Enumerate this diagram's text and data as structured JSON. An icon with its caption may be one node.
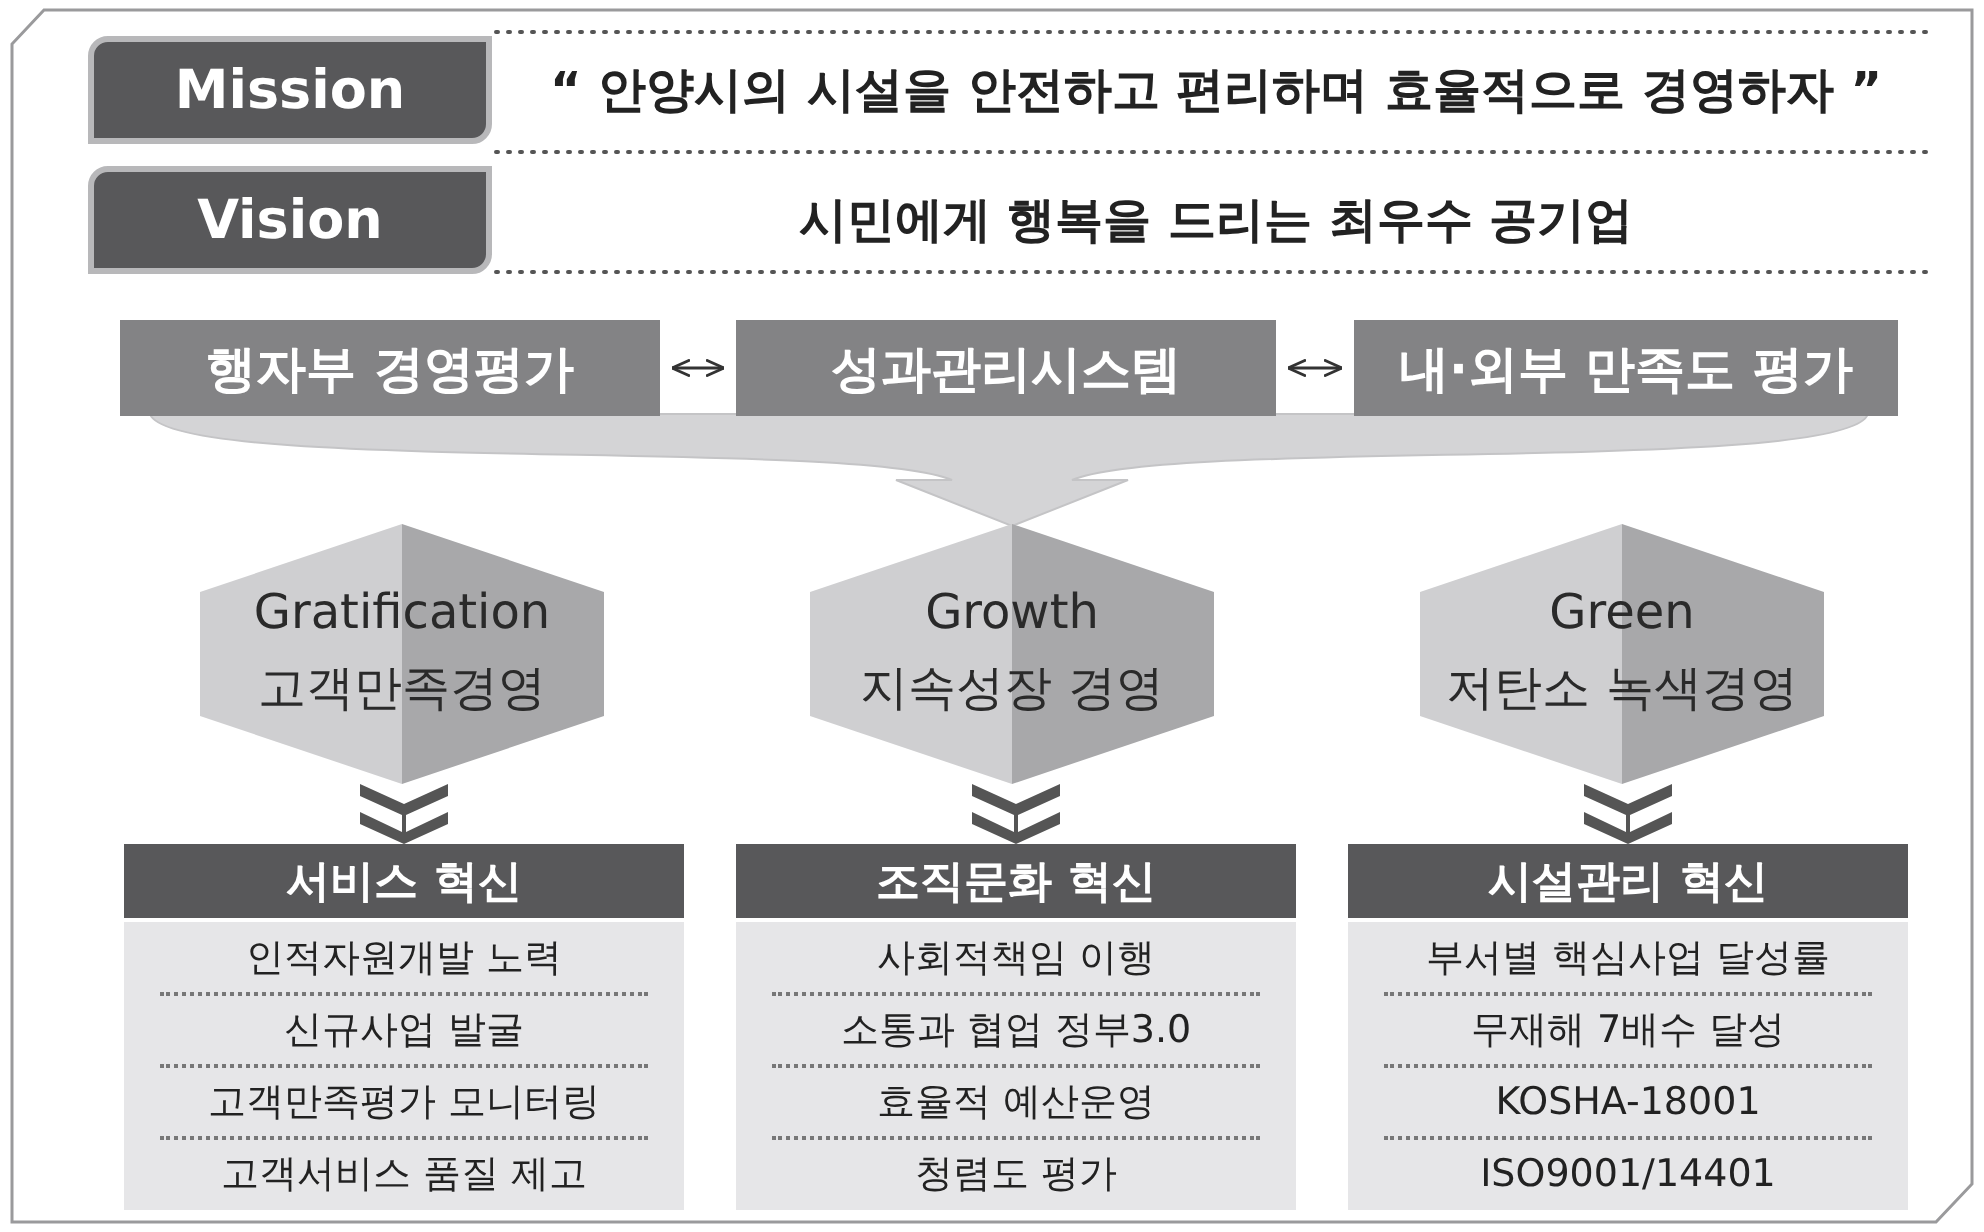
{
  "diagram": {
    "nodes": [
      {
        "text": [
          "Mission"
        ]
      },
      {
        "text": [
          "Vision"
        ]
      },
      {
        "text": [
          "행자부 경영평가"
        ]
      },
      {
        "text": [
          "성과관리시스템"
        ]
      },
      {
        "text": [
          "내·외부 만족도 평가"
        ]
      },
      {
        "text": [
          "Gratification",
          "고객만족경영"
        ]
      },
      {
        "text": [
          "Growth",
          "지속성장 경영"
        ]
      },
      {
        "text": [
          "Green",
          "저탄소 녹색경영"
        ]
      },
      {
        "text": [
          "서비스 혁신",
          "인적자원개발 노력",
          "신규사업 발굴",
          "고객만족평가 모니터링",
          "고객서비스 품질 제고"
        ]
      },
      {
        "text": [
          "조직문화 혁신",
          "사회적책임 이행",
          "소통과 협업 정부3.0",
          "효율적 예산운영",
          "청렴도 평가"
        ]
      },
      {
        "text": [
          "시설관리 혁신",
          "부서별 핵심사업 달성률",
          "무재해 7배수 달성",
          "KOSHA-18001",
          "ISO9001/14401"
        ]
      }
    ],
    "edges": [
      {
        "from": 2,
        "to": 3,
        "arrow": "both",
        "color": "#333333"
      },
      {
        "from": 3,
        "to": 4,
        "arrow": "both",
        "color": "#333333"
      },
      {
        "from": 2,
        "to": 6,
        "arrow": "to",
        "color": "#d4d4d6"
      },
      {
        "from": 3,
        "to": 6,
        "arrow": "to",
        "color": "#d4d4d6"
      },
      {
        "from": 4,
        "to": 6,
        "arrow": "to",
        "color": "#d4d4d6"
      },
      {
        "from": 5,
        "to": 8,
        "arrow": "to",
        "style": "thick",
        "color": "#555555"
      },
      {
        "from": 6,
        "to": 9,
        "arrow": "to",
        "style": "thick",
        "color": "#555555"
      },
      {
        "from": 7,
        "to": 10,
        "arrow": "to",
        "style": "thick",
        "color": "#555555"
      }
    ],
    "labels": [
      "“ 안양시의 시설을 안전하고 편리하며 효율적으로 경영하자 ”",
      "시민에게 행복을 드리는 최우수 공기업"
    ]
  }
}
